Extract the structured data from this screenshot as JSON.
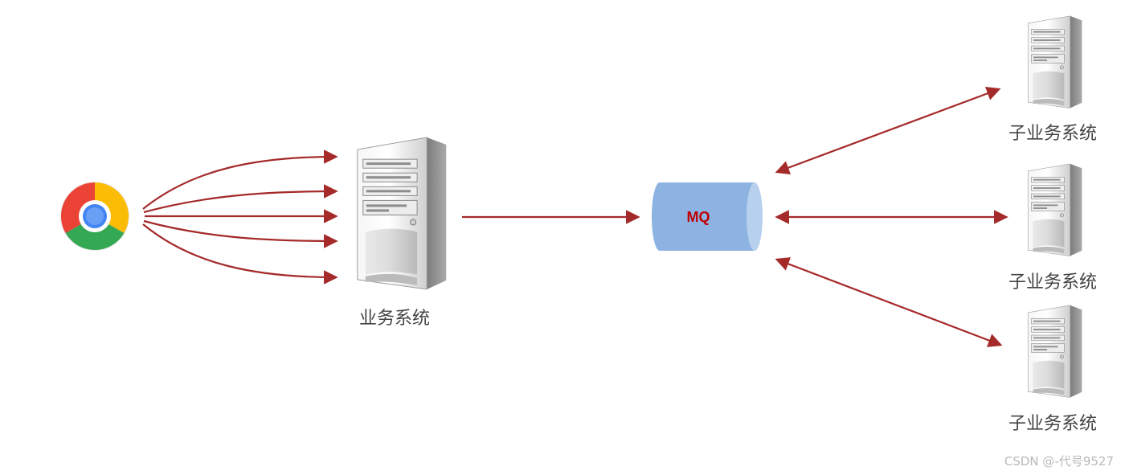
{
  "main_system": {
    "label": "业务系统"
  },
  "queue": {
    "label": "MQ",
    "label_color": "#c00000",
    "body_color": "#8db3e2"
  },
  "subsystems": [
    {
      "label": "子业务系统"
    },
    {
      "label": "子业务系统"
    },
    {
      "label": "子业务系统"
    }
  ],
  "watermark": "CSDN @-代号9527",
  "colors": {
    "arrow": "#a52a2a",
    "label": "#444444",
    "watermark": "#b9b9b9"
  },
  "icons": {
    "browser": "chrome-browser-icon",
    "server": "server-tower-icon"
  }
}
